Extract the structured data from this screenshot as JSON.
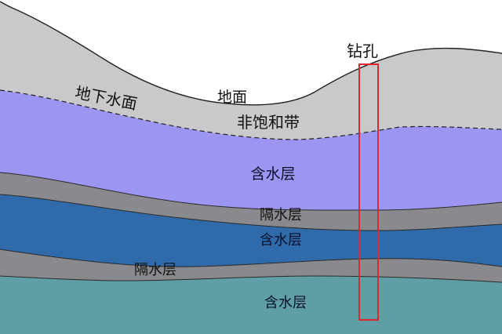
{
  "labels": {
    "ground_surface": "地面",
    "water_table": "地下水面",
    "unsaturated_zone": "非饱和带",
    "aquifer_1": "含水层",
    "aquitard_1": "隔水层",
    "aquifer_2": "含水层",
    "aquitard_2": "隔水层",
    "aquifer_3": "含水层",
    "borehole": "钻孔"
  },
  "colors": {
    "ground_surface_fill": "#dcdcdc",
    "unsaturated_zone": "#c9c9cb",
    "aquifer_1": "#9c95f2",
    "aquitard": "#8a8a8e",
    "aquifer_2": "#2f6bab",
    "aquifer_3": "#5e9ea4",
    "borehole_outline": "#e0262b",
    "outline": "#222222"
  }
}
